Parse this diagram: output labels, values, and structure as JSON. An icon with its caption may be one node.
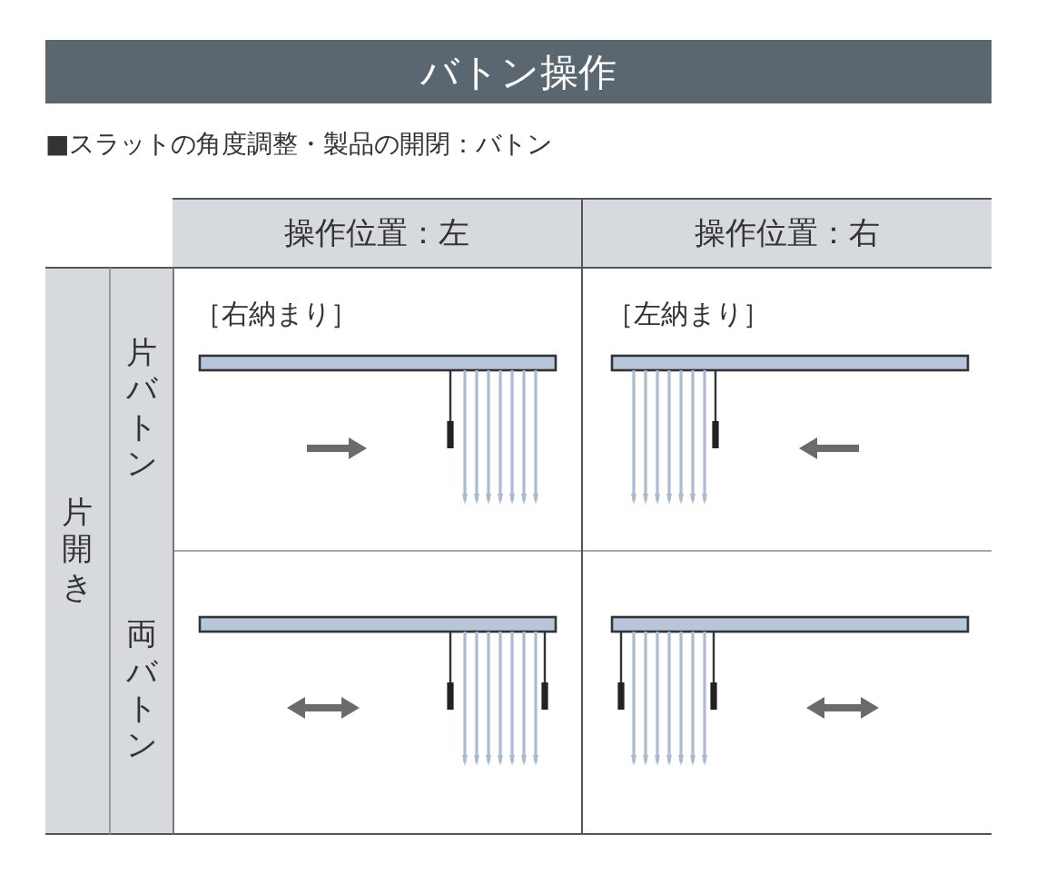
{
  "diagram": {
    "title": "バトン操作",
    "labels": [
      "■スラットの角度調整・製品の開閉：バトン",
      "操作位置：左",
      "操作位置：右",
      "片開き",
      "片バトン",
      "［右納まり］",
      "［左納まり］",
      "両バトン"
    ]
  }
}
